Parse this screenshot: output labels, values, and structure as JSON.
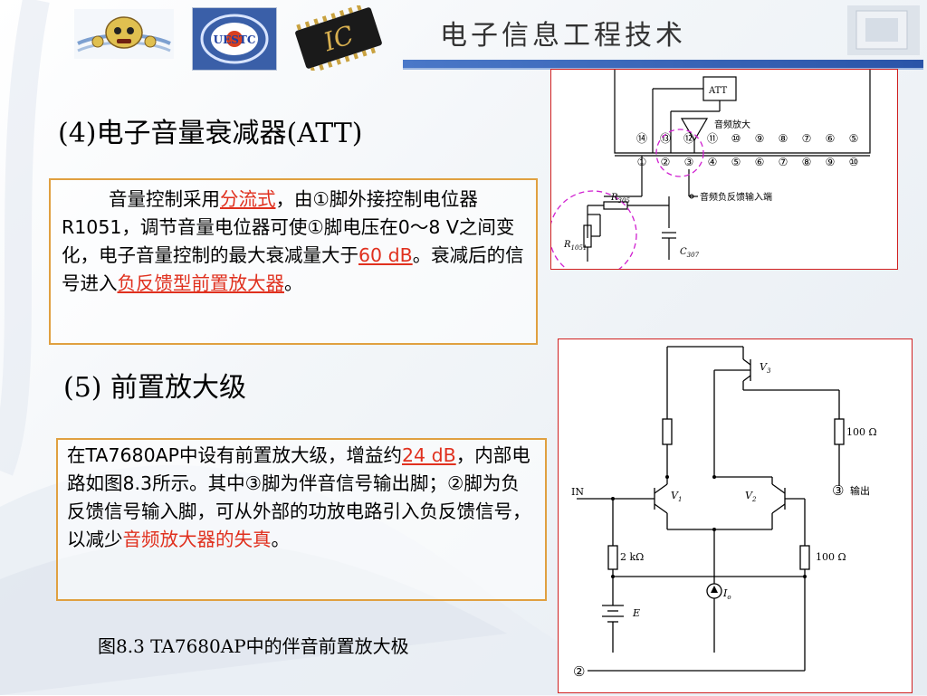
{
  "header": {
    "title": "电子信息工程技术",
    "logo2_text": "UESTC",
    "logo3_text": "IC"
  },
  "section4": {
    "heading": "(4)电子音量衰减器(ATT)",
    "p1": "音量控制采用",
    "p1_link": "分流式",
    "p2": "，由①脚外接控制电位器R1051，调节音量电位器可使①脚电压在0～8 V之间变化，电子音量控制的最大衰减量大于",
    "p2_link": "60 dB",
    "p3": "。衰减后的信号进入",
    "p3_link": "负反馈型前置放大器",
    "p4": "。"
  },
  "section5": {
    "heading": "(5) 前置放大级",
    "p1": "在TA7680AP中设有前置放大级，增益约",
    "p1_link": "24 dB",
    "p2": "，内部电路如图8.3所示。其中③脚为伴音信号输出脚；②脚为负反馈信号输入脚，可从外部的功放电路引入负反馈信号，以减少",
    "p2_red": "音频放大器的失真",
    "p3": "。"
  },
  "figure1": {
    "att_label": "ATT",
    "amp_label": "音频放大",
    "feedback_label": "音频负反馈输入端",
    "r305_label": "R",
    "r305_sub": "305",
    "r1051_label": "R",
    "r1051_sub": "1051",
    "c307_label": "C",
    "c307_sub": "307",
    "pins_top": [
      "⑭",
      "⑬",
      "⑫",
      "⑪",
      "⑩",
      "⑨",
      "⑧",
      "⑦",
      "⑥",
      "⑤"
    ],
    "pins_bottom": [
      "①",
      "②",
      "③",
      "④",
      "⑤",
      "⑥",
      "⑦",
      "⑧",
      "⑨",
      "⑩"
    ]
  },
  "figure2": {
    "in_label": "IN",
    "v1_label": "V",
    "v1_sub": "1",
    "v2_label": "V",
    "v2_sub": "2",
    "v3_label": "V",
    "v3_sub": "3",
    "r_top_right": "100 Ω",
    "r_bottom_left": "2 kΩ",
    "r_bottom_right": "100 Ω",
    "io_label": "I",
    "io_sub": "o",
    "e_label": "E",
    "pin3": "③",
    "out_label": "输出",
    "pin2": "②"
  },
  "caption": "图8.3  TA7680AP中的伴音前置放大极"
}
